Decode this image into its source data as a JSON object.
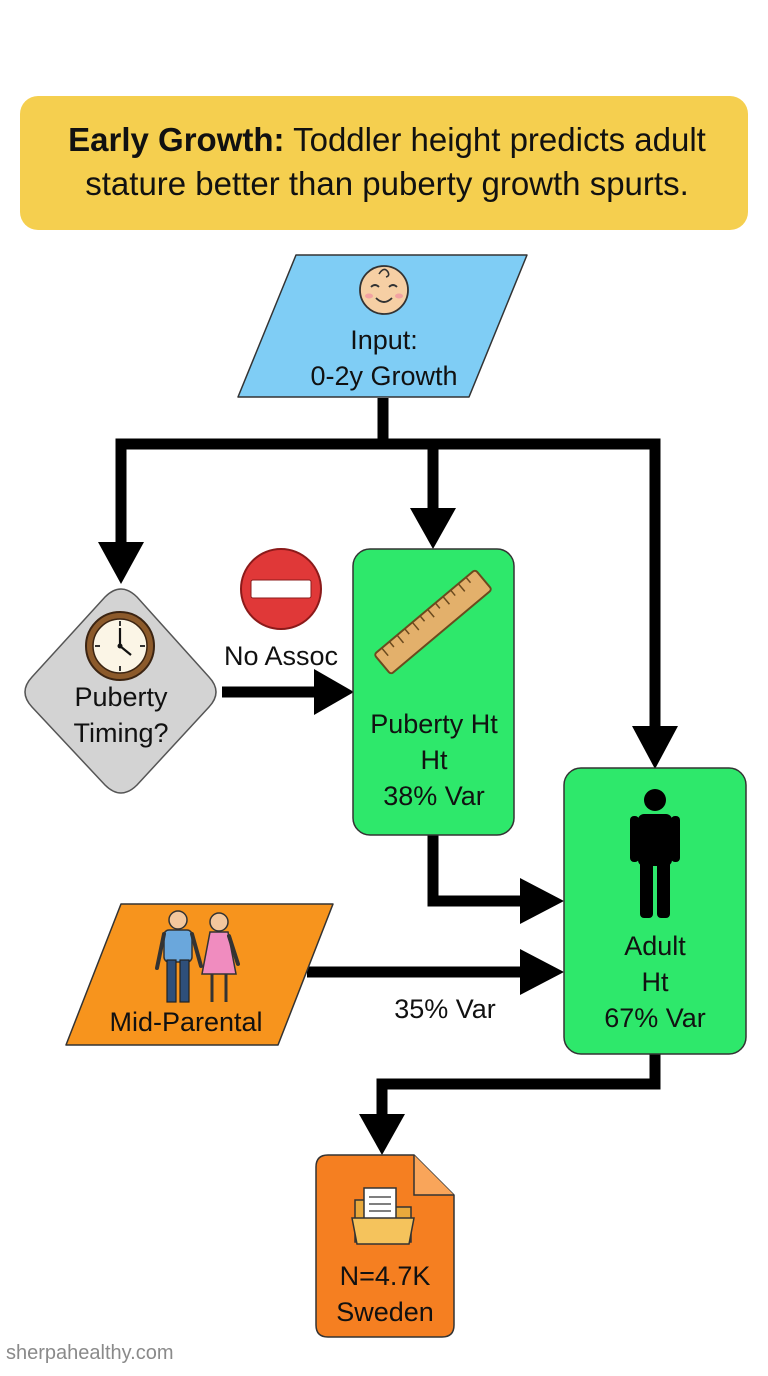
{
  "header": {
    "title_bold": "Early Growth:",
    "title_rest": "Toddler height predicts adult stature better than puberty growth spurts."
  },
  "nodes": {
    "input": {
      "line1": "Input:",
      "line2": "0-2y Growth",
      "icon": "baby-face-icon",
      "color": "#7fcdf5"
    },
    "puberty_timing": {
      "line1": "Puberty",
      "line2": "Timing?",
      "icon": "clock-icon",
      "color": "#d3d3d3"
    },
    "puberty_height": {
      "line1": "Puberty Ht",
      "line2": "Ht",
      "line3": "38% Var",
      "icon": "ruler-icon",
      "color": "#2ee86b"
    },
    "adult_height": {
      "line1": "Adult",
      "line2": "Ht",
      "line3": "67% Var",
      "icon": "person-icon",
      "color": "#2ee86b"
    },
    "mid_parental": {
      "line1": "Mid-Parental",
      "icon": "parents-icon",
      "color": "#f7941d"
    },
    "dataset": {
      "line1": "N=4.7K",
      "line2": "Sweden",
      "icon": "folder-document-icon",
      "color": "#f57f21"
    }
  },
  "edges": {
    "no_assoc_label": "No Assoc",
    "no_assoc_icon": "no-entry-icon",
    "mid_parental_label": "35% Var"
  },
  "watermark": "sherpahealthy.com"
}
